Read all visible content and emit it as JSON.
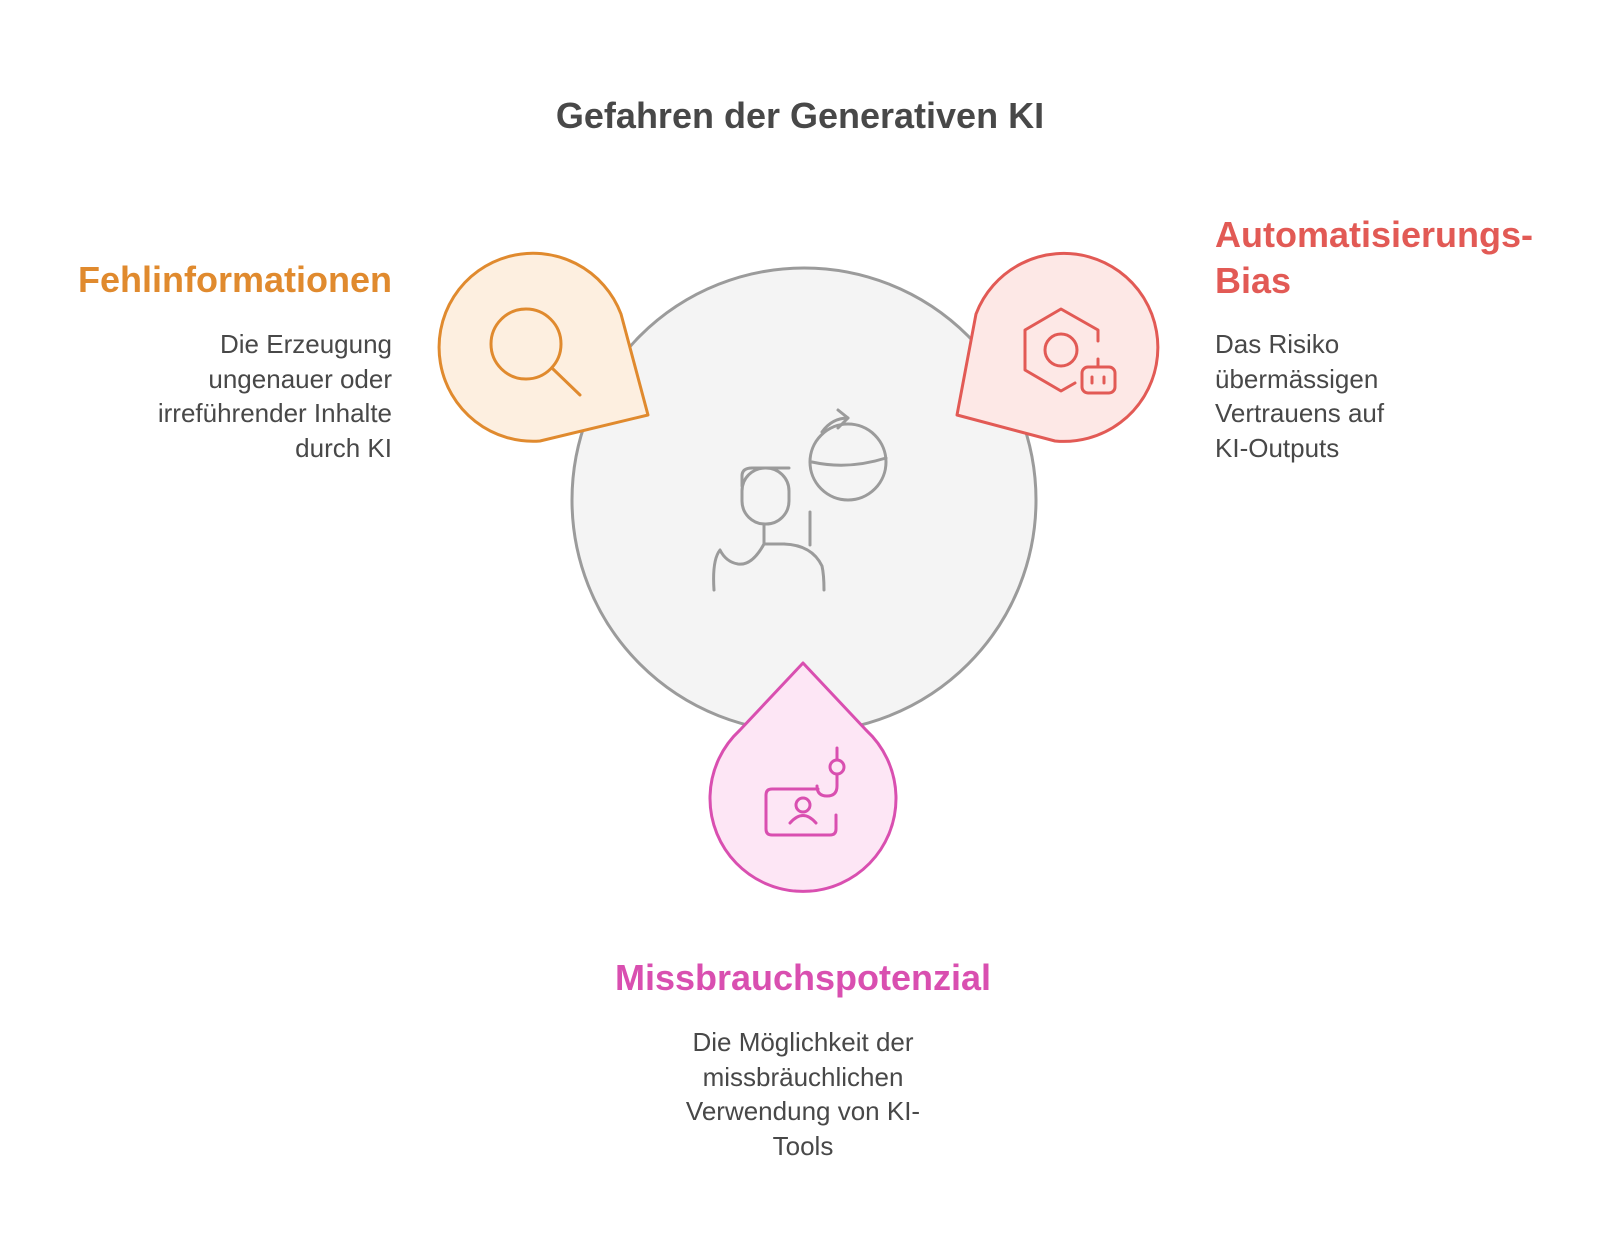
{
  "title": "Gefahren der Generativen KI",
  "colors": {
    "orange": "#e08a2e",
    "red": "#e25a55",
    "pink": "#d94fb0",
    "gray_stroke": "#9b9b9b",
    "center_fill": "#f4f4f4"
  },
  "center": {
    "icon": "person-thinking-icon"
  },
  "items": [
    {
      "key": "fehlinformationen",
      "heading": "Fehlinformationen",
      "icon": "magnifier-icon",
      "desc_lines": [
        "Die Erzeugung",
        "ungenauer oder",
        "irreführender Inhalte",
        "durch KI"
      ]
    },
    {
      "key": "automatisierungs_bias",
      "heading_lines": [
        "Automatisierungs-",
        "Bias"
      ],
      "icon": "robot-gear-icon",
      "desc_lines": [
        "Das Risiko",
        "übermässigen",
        "Vertrauens auf",
        "KI-Outputs"
      ]
    },
    {
      "key": "missbrauchspotenzial",
      "heading": "Missbrauchspotenzial",
      "icon": "phishing-hook-icon",
      "desc_lines": [
        "Die Möglichkeit der",
        "missbräuchlichen",
        "Verwendung von KI-",
        "Tools"
      ]
    }
  ]
}
